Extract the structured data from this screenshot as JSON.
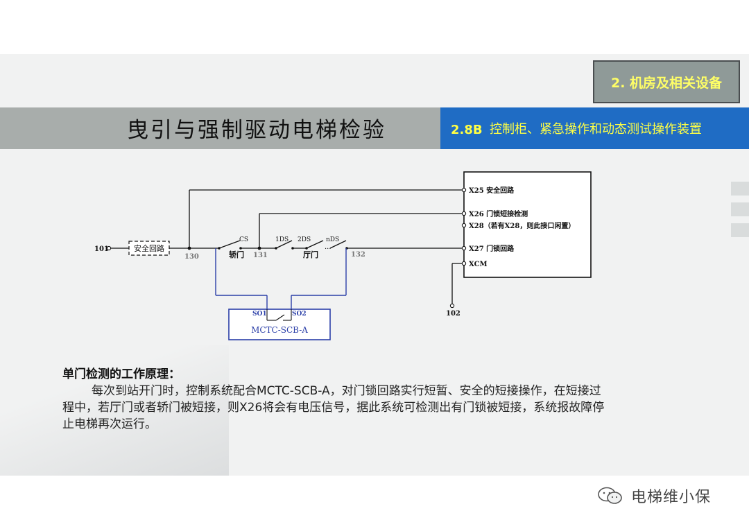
{
  "header": {
    "section_label": "2. 机房及相关设备",
    "title": "曳引与强制驱动电梯检验",
    "subsection_number": "2.8B",
    "subsection_title": "控制柜、紧急操作和动态测试操作装置"
  },
  "diagram": {
    "node_101": "101",
    "node_102": "102",
    "safety_circuit_box": "安全回路",
    "node_130": "130",
    "node_131": "131",
    "node_132": "132",
    "switch_cs": "CS",
    "switch_1ds": "1DS",
    "switch_2ds": "2DS",
    "switch_nds": "nDS",
    "car_door_label": "轿门",
    "hall_door_label": "厅门",
    "terminal_x25": "X25 安全回路",
    "terminal_x26": "X26 门锁短接检测",
    "terminal_x28": "X28（若有X28，则此接口闲置）",
    "terminal_x27": "X27 门锁回路",
    "terminal_xcm": "XCM",
    "module_so1": "SO1",
    "module_so2": "SO2",
    "module_name": "MCTC-SCB-A"
  },
  "principle": {
    "title": "单门检测的工作原理：",
    "body": "每次到站开门时，控制系统配合MCTC-SCB-A，对门锁回路实行短暂、安全的短接操作，在短接过程中，若厅门或者轿门被短接，则X26将会有电压信号，据此系统可检测出有门锁被短接，系统报故障停止电梯再次运行。"
  },
  "watermark": {
    "icon": "wechat-icon",
    "text": "电梯维小保"
  },
  "colors": {
    "title_band": "#a8adab",
    "blue_band": "#1f6cc4",
    "section_box": "#8f9a98",
    "accent_text": "#ffff44",
    "module_wire": "#2b3fa8"
  }
}
